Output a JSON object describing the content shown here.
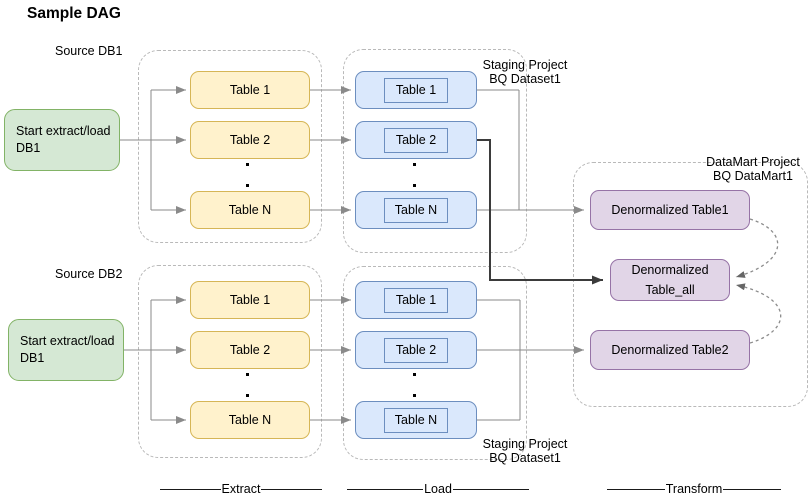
{
  "title": "Sample DAG",
  "source1": {
    "label": "Source DB1",
    "start_node": {
      "line1": "Start extract/load",
      "line2": "DB1"
    },
    "extract_tables": [
      "Table 1",
      "Table 2",
      "Table N"
    ],
    "load_tables": [
      "Table 1",
      "Table 2",
      "Table N"
    ],
    "staging_label": {
      "line1": "Staging Project",
      "line2": "BQ Dataset1"
    }
  },
  "source2": {
    "label": "Source DB2",
    "start_node": {
      "line1": "Start extract/load",
      "line2": "DB1"
    },
    "extract_tables": [
      "Table 1",
      "Table 2",
      "Table N"
    ],
    "load_tables": [
      "Table 1",
      "Table 2",
      "Table N"
    ],
    "staging_label": {
      "line1": "Staging Project",
      "line2": "BQ Dataset1"
    }
  },
  "datamart": {
    "label": {
      "line1": "DataMart Project",
      "line2": "BQ DataMart1"
    },
    "denormalized_table1": "Denormalized Table1",
    "denormalized_table_all": {
      "line1": "Denormalized",
      "line2": "Table_all"
    },
    "denormalized_table2": "Denormalized Table2"
  },
  "stages": {
    "extract": "Extract",
    "load": "Load",
    "transform": "Transform"
  },
  "colors": {
    "start_fill": "#d5e8d4",
    "start_border": "#82b366",
    "extract_fill": "#fff2cc",
    "extract_border": "#d6b656",
    "load_fill": "#dae8fc",
    "load_border": "#6c8ebf",
    "transform_fill": "#e1d5e7",
    "transform_border": "#9673a6",
    "connector": "#8a8a8a",
    "connector_dark": "#3b3b3b",
    "container_border": "#b9b9b9",
    "dependency_dashed": "#8c8c8c"
  }
}
